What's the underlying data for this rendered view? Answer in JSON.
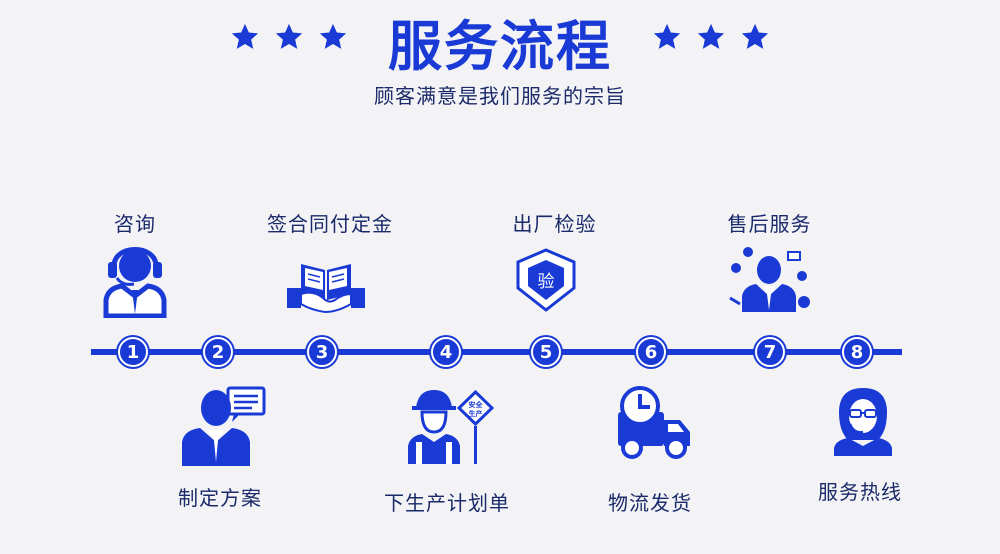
{
  "header": {
    "title": "服务流程",
    "subtitle": "顾客满意是我们服务的宗旨"
  },
  "steps": [
    {
      "num": "1",
      "label": "咨询",
      "icon": "headset-agent-icon"
    },
    {
      "num": "2",
      "label": "制定方案",
      "icon": "consultant-speech-icon"
    },
    {
      "num": "3",
      "label": "签合同付定金",
      "icon": "handshake-contract-icon"
    },
    {
      "num": "4",
      "label": "下生产计划单",
      "icon": "worker-safety-sign-icon"
    },
    {
      "num": "5",
      "label": "出厂检验",
      "icon": "inspection-shield-icon"
    },
    {
      "num": "6",
      "label": "物流发货",
      "icon": "delivery-truck-icon"
    },
    {
      "num": "7",
      "label": "售后服务",
      "icon": "aftersales-agent-icon"
    },
    {
      "num": "8",
      "label": "服务热线",
      "icon": "hotline-operator-icon"
    }
  ],
  "icon_texts": {
    "inspection": "验",
    "safety_sign": "安全\n生产"
  },
  "colors": {
    "accent": "#1a3ad6",
    "background": "#f3f3f5",
    "text": "#1a2a6a"
  }
}
